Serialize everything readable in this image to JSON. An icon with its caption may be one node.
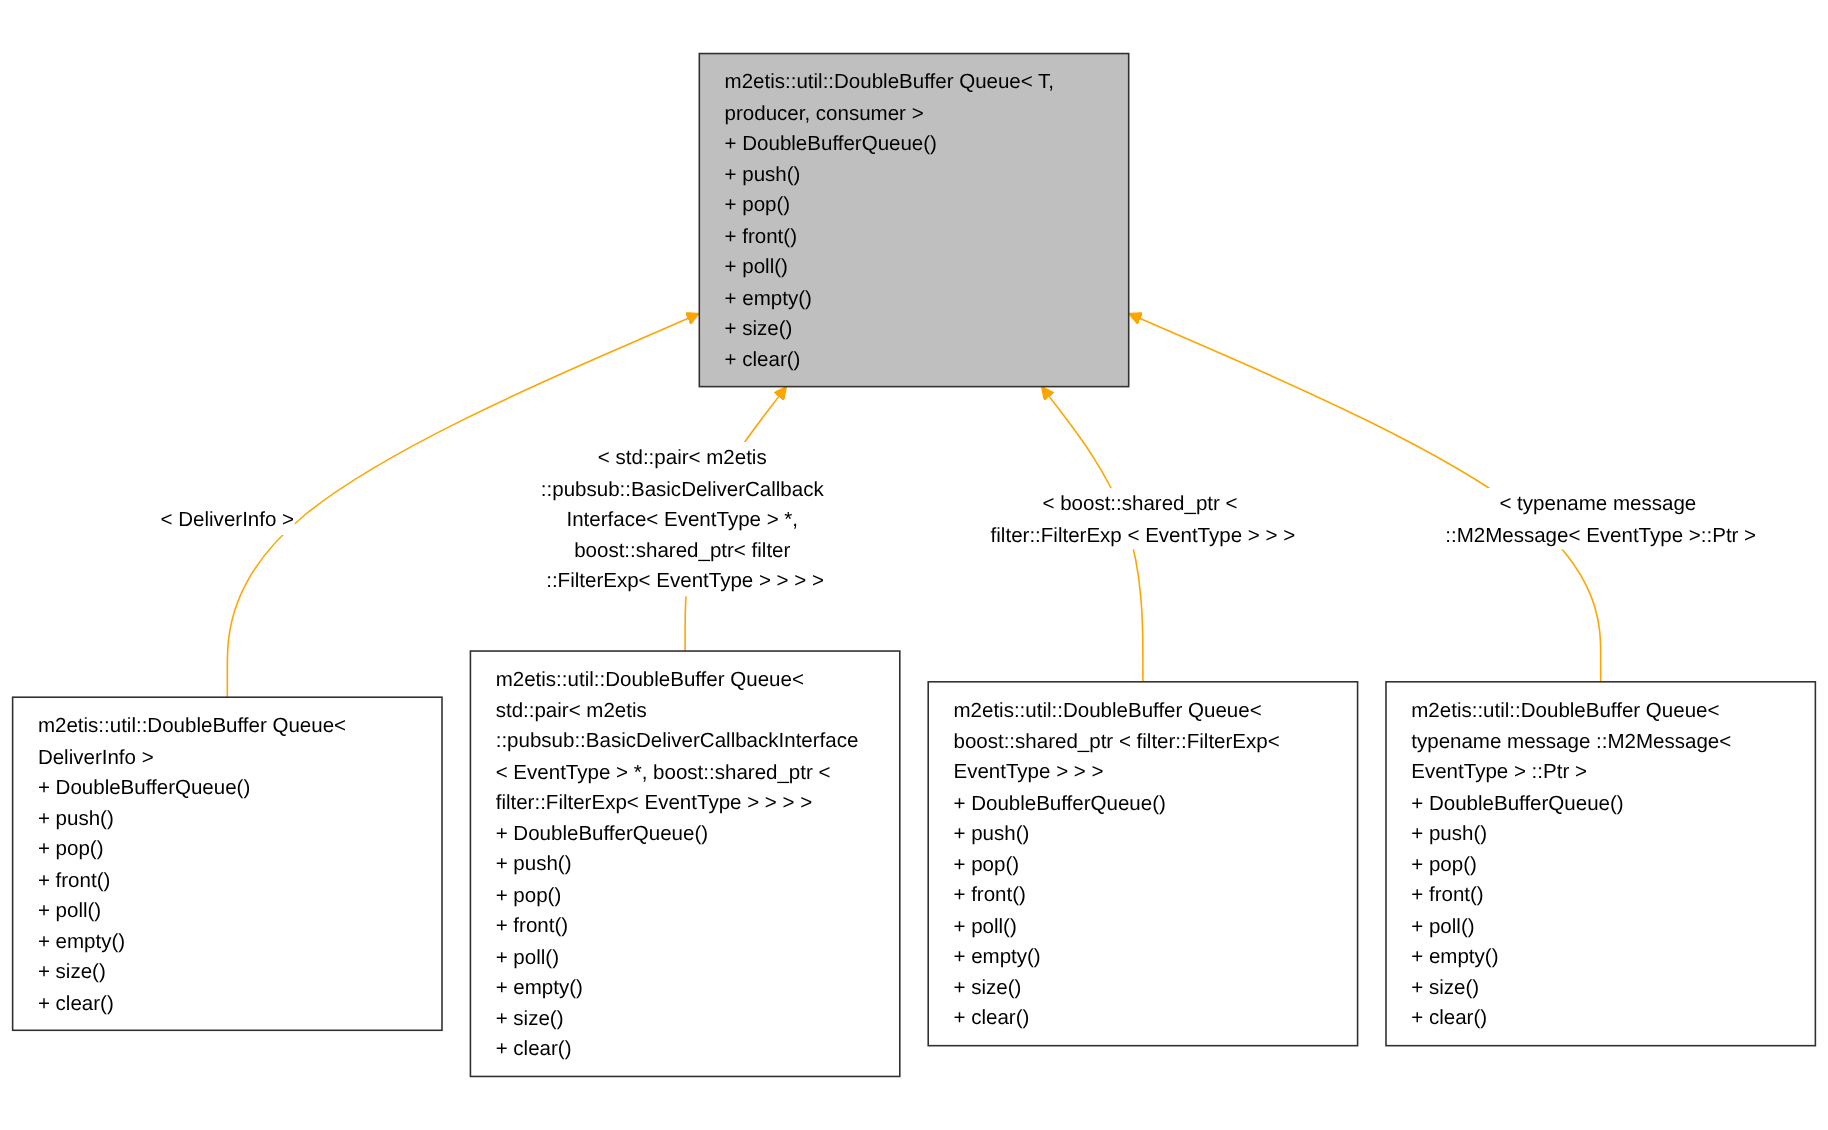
{
  "diagram": {
    "nodes": [
      {
        "text": [
          "m2etis::util::DoubleBuffer Queue< T, producer, consumer >",
          "+ DoubleBufferQueue()",
          "+ push()",
          "+ pop()",
          "+ front()",
          "+ poll()",
          "+ empty()",
          "+ size()",
          "+ clear()"
        ]
      },
      {
        "text": [
          "m2etis::util::DoubleBuffer Queue< DeliverInfo >",
          "+ DoubleBufferQueue()",
          "+ push()",
          "+ pop()",
          "+ front()",
          "+ poll()",
          "+ empty()",
          "+ size()",
          "+ clear()"
        ]
      },
      {
        "text": [
          "m2etis::util::DoubleBuffer Queue< std::pair< m2etis ::pubsub::BasicDeliverCallbackInterface < EventType > *, boost::shared_ptr < filter::FilterExp< EventType > > > >",
          "+ DoubleBufferQueue()",
          "+ push()",
          "+ pop()",
          "+ front()",
          "+ poll()",
          "+ empty()",
          "+ size()",
          "+ clear()"
        ]
      },
      {
        "text": [
          "m2etis::util::DoubleBuffer Queue< boost::shared_ptr < filter::FilterExp< EventType > > >",
          "+ DoubleBufferQueue()",
          "+ push()",
          "+ pop()",
          "+ front()",
          "+ poll()",
          "+ empty()",
          "+ size()",
          "+ clear()"
        ]
      },
      {
        "text": [
          "m2etis::util::DoubleBuffer Queue< typename message ::M2Message< EventType > ::Ptr >",
          "+ DoubleBufferQueue()",
          "+ push()",
          "+ pop()",
          "+ front()",
          "+ poll()",
          "+ empty()",
          "+ size()",
          "+ clear()"
        ]
      }
    ],
    "edges": [
      {
        "from": 1,
        "to": 0,
        "arrow": "to",
        "label": "< DeliverInfo >"
      },
      {
        "from": 2,
        "to": 0,
        "arrow": "to",
        "label": "< std::pair< m2etis ::pubsub::BasicDeliverCallback Interface< EventType > *, boost::shared_ptr< filter ::FilterExp< EventType > > > >"
      },
      {
        "from": 3,
        "to": 0,
        "arrow": "to",
        "label": "< boost::shared_ptr < filter::FilterExp < EventType > > >"
      },
      {
        "from": 4,
        "to": 0,
        "arrow": "to",
        "label": "< typename message ::M2Message< EventType >::Ptr >"
      }
    ]
  }
}
